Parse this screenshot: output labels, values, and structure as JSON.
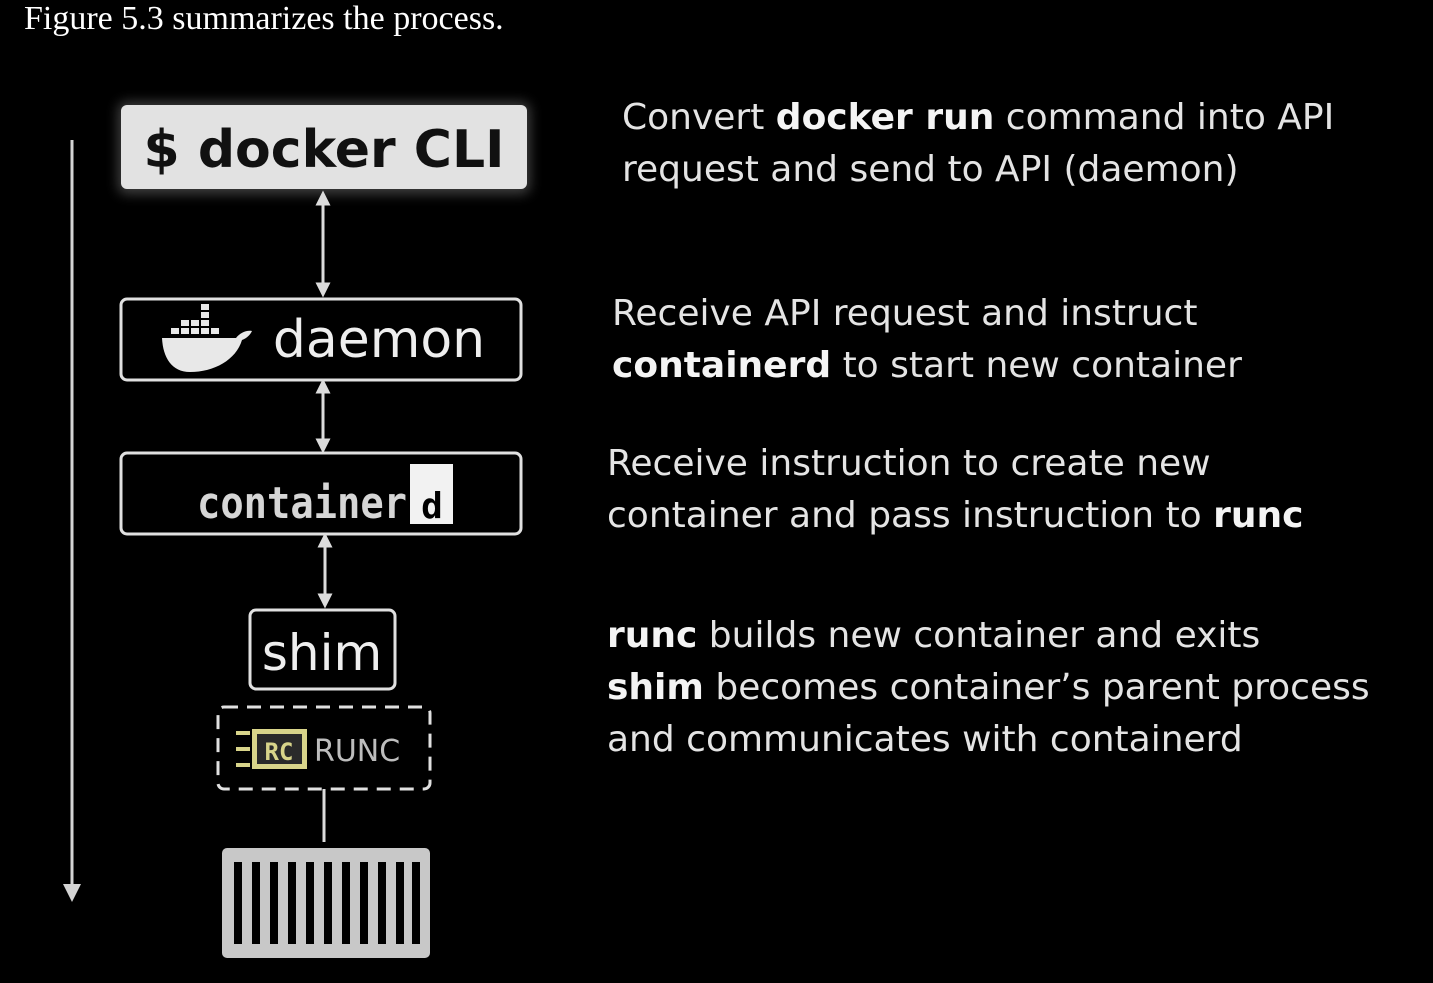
{
  "caption": "Figure 5.3 summarizes the process.",
  "boxes": {
    "cli": "$ docker CLI",
    "daemon": "daemon",
    "containerd_text": "container",
    "containerd_badge": "d",
    "shim": "shim",
    "runc_logo": "RC",
    "runc": "RUNC"
  },
  "descriptions": {
    "cli": {
      "l1_a": "Convert ",
      "l1_b": "docker run",
      "l1_c": " command into API",
      "l2": "request and send to API (daemon)"
    },
    "daemon": {
      "l1": "Receive API request and instruct",
      "l2_a": "containerd",
      "l2_b": " to start new container"
    },
    "containerd": {
      "l1": "Receive instruction to create new",
      "l2_a": "container and pass instruction to ",
      "l2_b": "runc"
    },
    "runc": {
      "l1_a": "runc",
      "l1_b": " builds new container and exits",
      "l2_a": "shim",
      "l2_b": " becomes container’s parent process",
      "l3": "and communicates with containerd"
    }
  },
  "colors": {
    "background": "#000000",
    "box_border": "#e0e0e0",
    "cli_fill": "#e2e2e2",
    "runc_logo": "#d8d48a",
    "container_fill": "#c8c8c8"
  },
  "icons": [
    "whale-icon",
    "container-icon"
  ]
}
